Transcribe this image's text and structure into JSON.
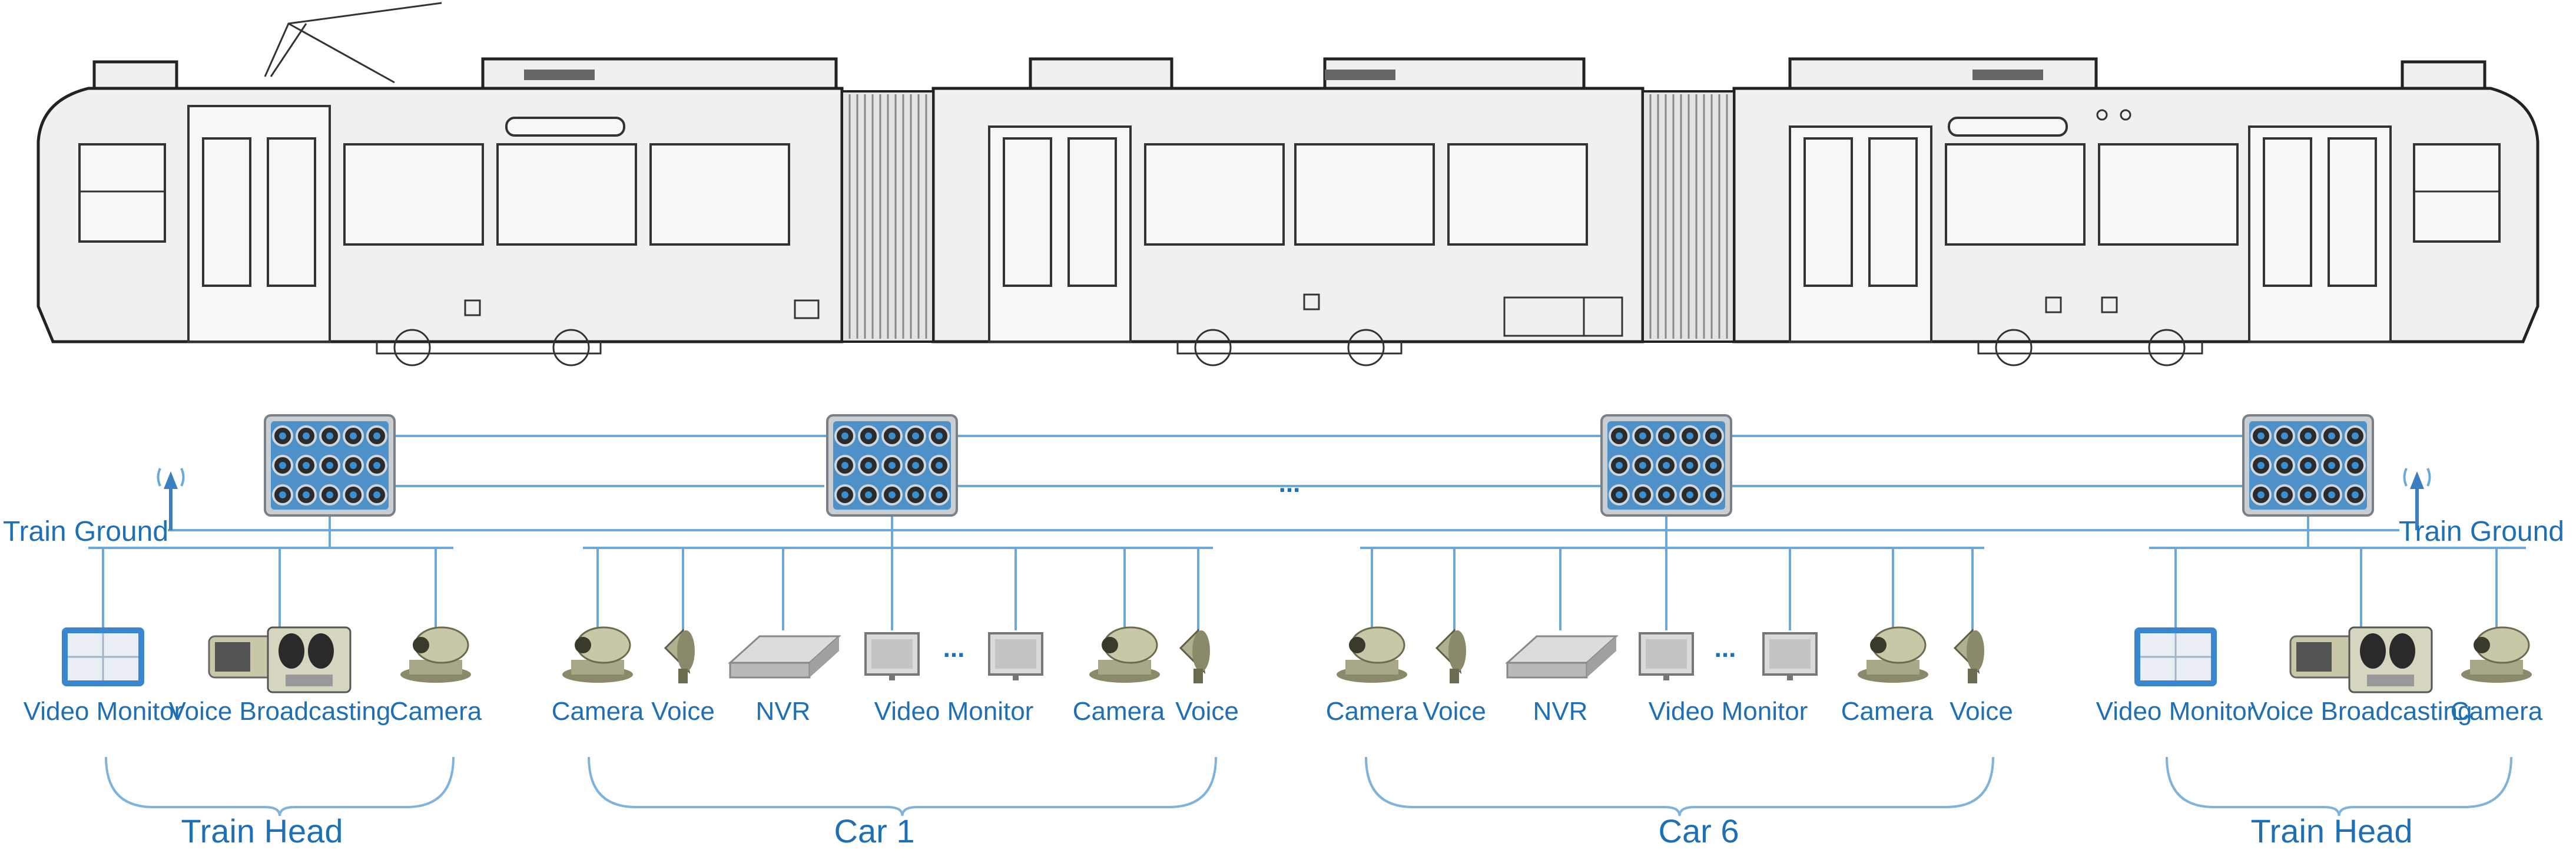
{
  "diagram": {
    "ground_labels": {
      "left": "Train Ground",
      "right": "Train Ground"
    },
    "ellipsis": "...",
    "sections": [
      {
        "group_label": "Train Head",
        "devices": [
          {
            "label": "Video Monitor",
            "icon": "video-monitor-icon"
          },
          {
            "label": "Voice Broadcasting",
            "icon": "voice-broadcasting-icon"
          },
          {
            "label": "Camera",
            "icon": "camera-icon"
          }
        ]
      },
      {
        "group_label": "Car 1",
        "devices": [
          {
            "label": "Camera",
            "icon": "camera-icon"
          },
          {
            "label": "Voice",
            "icon": "speaker-icon"
          },
          {
            "label": "NVR",
            "icon": "nvr-icon"
          },
          {
            "label": "Video Monitor",
            "icon": "display-icon"
          },
          {
            "label": "Camera",
            "icon": "camera-icon"
          },
          {
            "label": "Voice",
            "icon": "speaker-icon"
          }
        ]
      },
      {
        "group_label": "Car 6",
        "devices": [
          {
            "label": "Camera",
            "icon": "camera-icon"
          },
          {
            "label": "Voice",
            "icon": "speaker-icon"
          },
          {
            "label": "NVR",
            "icon": "nvr-icon"
          },
          {
            "label": "Video Monitor",
            "icon": "display-icon"
          },
          {
            "label": "Camera",
            "icon": "camera-icon"
          },
          {
            "label": "Voice",
            "icon": "speaker-icon"
          }
        ]
      },
      {
        "group_label": "Train Head",
        "devices": [
          {
            "label": "Video Monitor",
            "icon": "video-monitor-icon"
          },
          {
            "label": "Voice Broadcasting",
            "icon": "voice-broadcasting-icon"
          },
          {
            "label": "Camera",
            "icon": "camera-icon"
          }
        ]
      }
    ],
    "colors": {
      "label": "#1e6fb4",
      "wire": "#6aa9d8",
      "switch_port": "#3a8fd0"
    }
  }
}
